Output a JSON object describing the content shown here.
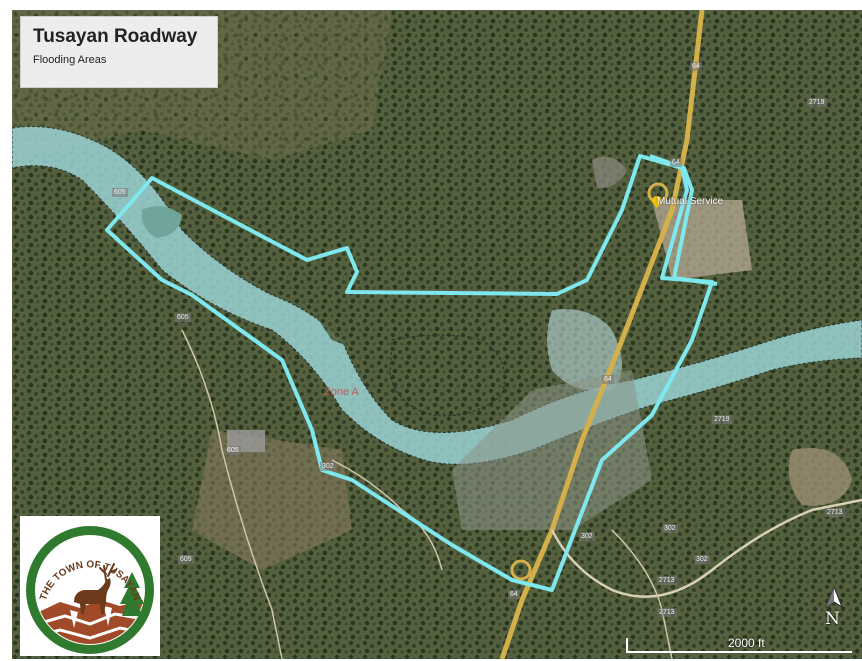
{
  "map": {
    "title": "Tusayan Roadway",
    "subtitle": "Flooding Areas",
    "zone_label": "Zone A",
    "poi_label": "Mutual Service",
    "route_labels": {
      "r1": "64",
      "r2": "64",
      "r3": "64",
      "r4": "64",
      "r5": "605",
      "r6": "605",
      "r7": "605",
      "r8": "605",
      "r9": "2719",
      "r10": "2719",
      "r11": "302",
      "r12": "302",
      "r13": "2713",
      "r14": "2713",
      "r15": "302",
      "r16": "2713",
      "r17": "302"
    },
    "scale_label": "2000 ft",
    "north_label": "N",
    "colors": {
      "flood_zone_outline": "#7ee8ee",
      "flood_fill": "#9ad2d4",
      "terrain": "#4f5a3a",
      "highway": "#d4b04a"
    }
  },
  "logo": {
    "text": "THE TOWN OF TUSAYAN",
    "icon": "elk-icon"
  }
}
